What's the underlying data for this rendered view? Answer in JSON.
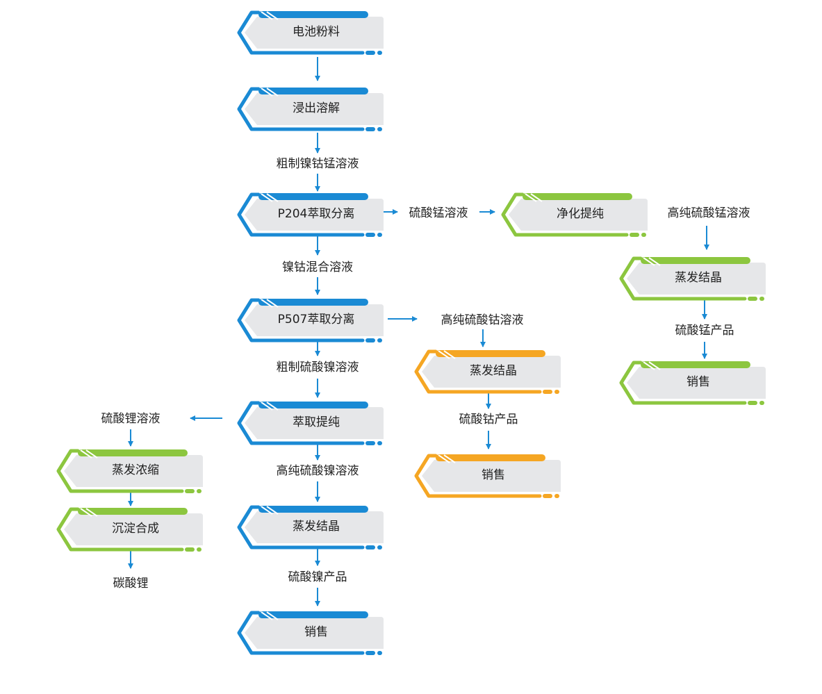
{
  "colors": {
    "blue": "#1a8ad4",
    "orange": "#f5a623",
    "green": "#8cc63f",
    "box_fill": "#e6e7e9",
    "arrow": "#1a8ad4"
  },
  "nodes": {
    "battery_powder": "电池粉料",
    "leach_dissolve": "浸出溶解",
    "p204_extraction": "P204萃取分离",
    "p507_extraction": "P507萃取分离",
    "extract_purify": "萃取提纯",
    "evaporate_crystallize_ni": "蒸发结晶",
    "sales_ni": "销售",
    "purify_mn": "净化提纯",
    "evaporate_crystallize_mn": "蒸发结晶",
    "sales_mn": "销售",
    "evaporate_crystallize_co": "蒸发结晶",
    "sales_co": "销售",
    "evaporate_concentrate_li": "蒸发浓缩",
    "precipitate_synthesize_li": "沉淀合成"
  },
  "labels": {
    "crude_nicomn_solution": "粗制镍钴锰溶液",
    "mn_sulfate_solution": "硫酸锰溶液",
    "high_purity_mn_sulfate_solution": "高纯硫酸锰溶液",
    "nico_mixed_solution": "镍钴混合溶液",
    "mn_sulfate_product": "硫酸锰产品",
    "high_purity_co_sulfate_solution": "高纯硫酸钴溶液",
    "crude_ni_sulfate_solution": "粗制硫酸镍溶液",
    "co_sulfate_product": "硫酸钴产品",
    "li_sulfate_solution": "硫酸锂溶液",
    "high_purity_ni_sulfate_solution": "高纯硫酸镍溶液",
    "ni_sulfate_product": "硫酸镍产品",
    "lithium_carbonate": "碳酸锂"
  }
}
